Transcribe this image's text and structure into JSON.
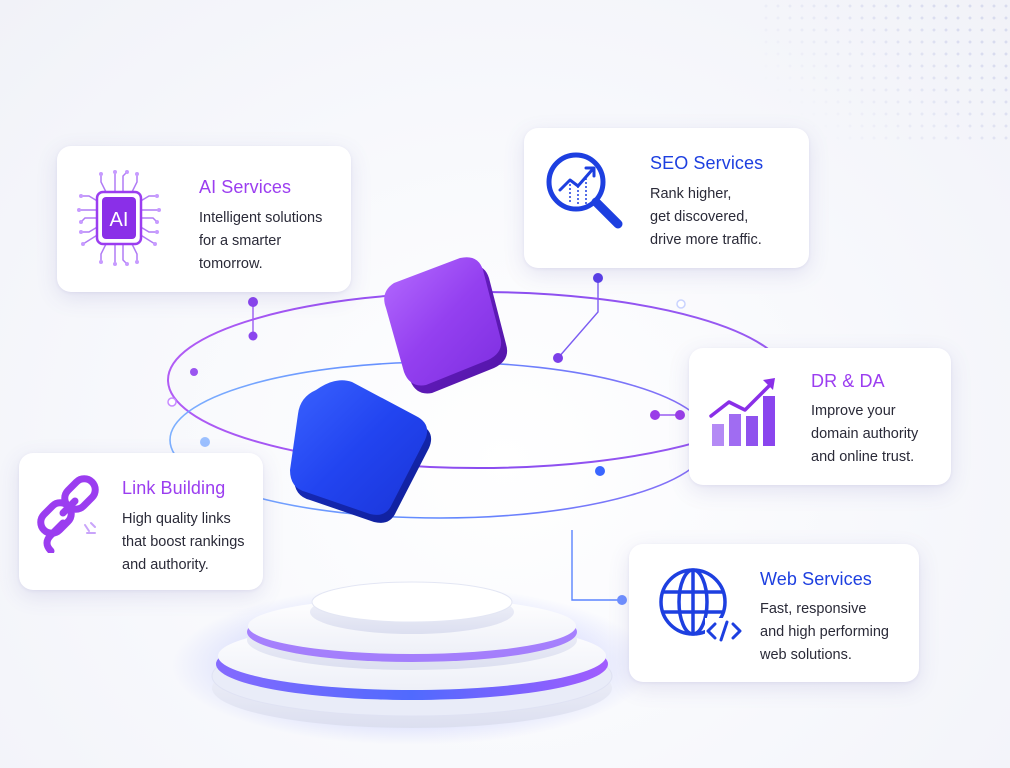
{
  "colors": {
    "purple": "#9b3df0",
    "blue": "#1d3fe0",
    "text": "#2a2a38"
  },
  "cards": {
    "ai": {
      "icon": "ai-chip-icon",
      "icon_text": "AI",
      "title": "AI Services",
      "lines": [
        "Intelligent solutions",
        "for a smarter",
        "tomorrow."
      ]
    },
    "seo": {
      "icon": "magnifier-growth-icon",
      "title": "SEO Services",
      "lines": [
        "Rank higher,",
        "get discovered,",
        "drive more traffic."
      ]
    },
    "drda": {
      "icon": "bar-chart-growth-icon",
      "title": "DR & DA",
      "lines": [
        "Improve your",
        "domain authority",
        "and online trust."
      ]
    },
    "link": {
      "icon": "chain-link-icon",
      "title": "Link Building",
      "lines": [
        "High quality links",
        "that boost rankings",
        "and authority."
      ]
    },
    "web": {
      "icon": "globe-code-icon",
      "title": "Web Services",
      "lines": [
        "Fast, responsive",
        "and high performing",
        "web solutions."
      ]
    }
  }
}
